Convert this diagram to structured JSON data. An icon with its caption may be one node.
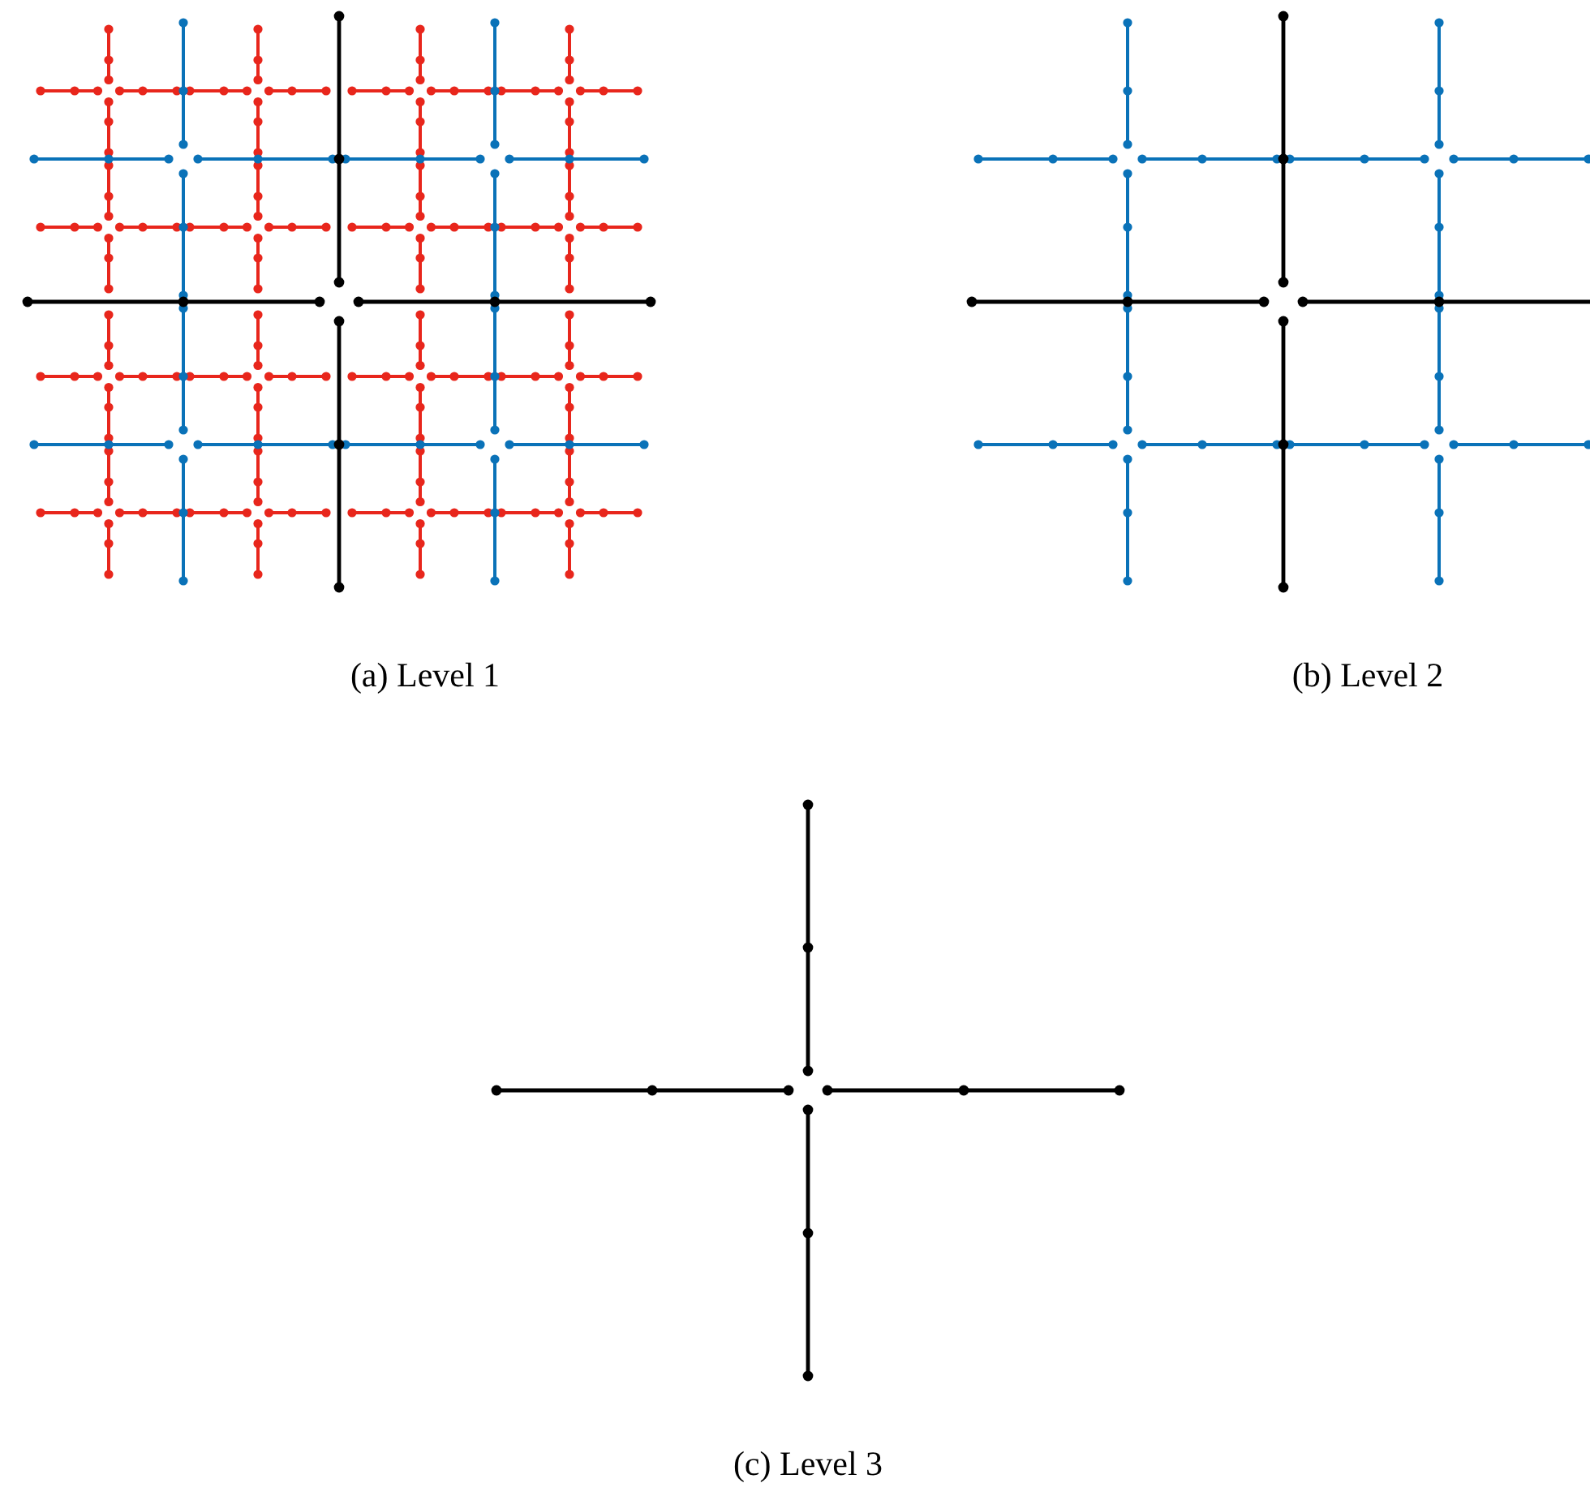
{
  "diagram": {
    "labels": [
      "(a) Level 1",
      "(b) Level 2",
      "(c) Level 3"
    ]
  }
}
